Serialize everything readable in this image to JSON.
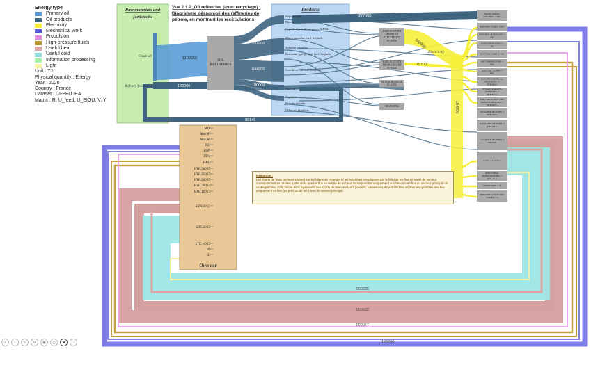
{
  "legend": {
    "title": "Energy type",
    "items": [
      {
        "label": "Primary oil",
        "color": "#5b9bd5"
      },
      {
        "label": "Oil products",
        "color": "#3f6580"
      },
      {
        "label": "Electricity",
        "color": "#f5ef38"
      },
      {
        "label": "Mechanical work",
        "color": "#5a5ae0"
      },
      {
        "label": "Propulsion",
        "color": "#e18ae0"
      },
      {
        "label": "High-pressure fluids",
        "color": "#b8952a"
      },
      {
        "label": "Useful heat",
        "color": "#d9a3a3"
      },
      {
        "label": "Useful cold",
        "color": "#8ddfdf"
      },
      {
        "label": "Information processing",
        "color": "#a6f2a6"
      },
      {
        "label": "Light",
        "color": "#f7f2a0"
      }
    ],
    "meta": [
      "Unit : TJ",
      "Physical quantity : Energy",
      "Year : 2020",
      "Country : France",
      "Dataset : CI-PFU IEA",
      "Matrix : R, U_feed, U_EIOU, V, Y"
    ]
  },
  "title": {
    "line1": "Vue 2.1.2_Oil refineries (avec recyclage) :",
    "line2": "Diagramme désagrégé des raffineries de",
    "line3": "pétrole, en montrant les recirculations"
  },
  "groups": {
    "raw_materials": "Raw materials and feedstocks",
    "products": "Products",
    "own_use": "Own use"
  },
  "nodes": {
    "crude_oil": "Crude oil",
    "refinery_feedstocks": "Refinery feedstocks",
    "oil_refineries": "OIL REFINERIES",
    "products": [
      "Refinery gas",
      "Ethane",
      "Liquefied petroleum gases (LPG)",
      "Motor gasoline excl. biofuels",
      "Aviation gasoline",
      "Kerosene type jet fuel excl. biofuels",
      "Gas/diesel oil excl. biofuels",
      "Fuel oil",
      "Naphtha",
      "Petroleum coke",
      "Other oil products"
    ],
    "middle": [
      "MAIN ACTIVITY PRODUCER ELECTRICITY PLANTS",
      "MAIN ACTIVITY PRODUCER CHP PLANTS",
      "PETROCHEMICAL PLANTS",
      "TRANSFERS"
    ],
    "right": [
      "STATIC DIESEL ENGINES -> MD",
      "MACHINE TOOLS -> MD",
      "MATERIAL HANDLERS -> MD",
      "INDUSTRIAL FANS -> KE",
      "ELECTRIC CARS -> RoP",
      "AIR COMPRESSORS -> HPa",
      "ELECTRIC PUMPS -> HPL",
      "ELECTROCHEMICAL PROCESSES -> HTH.960.C",
      "STEAM CRACKING FURNACES -> HTH.850.C",
      "INDUSTRIAL ELECTRIC PROCESS HEATERS -> HTH.600.C",
      "OIL WATER HEATERS -> MTH.200.C",
      "GAS WATER HEATERS -> LTH.100.C",
      "GAS SPACE HEATERS -> LTH.20.C",
      "HVAC -> LTC.20.C",
      "INDUSTRIAL REFRIGERATORS -> LTC.-10.C",
      "COMPUTERS -> IP",
      "INDUSTRIAL ELECTRIC LAMPS -> L"
    ],
    "own_use": [
      "MD",
      "Mov.W",
      "Mov.W",
      "KE",
      "RoP",
      "HPa",
      "HPL",
      "HTH.960.C",
      "HTH.850.C",
      "HTH.600.C",
      "MTH.200.C",
      "MTH.100.C",
      "LTH.20.C",
      "LTC.20.C",
      "LTC.-10.C",
      "IP",
      "L"
    ]
  },
  "flow_labels": {
    "crude": "1100050",
    "feedstock": "120000",
    "refinery_a": "333000",
    "refinery_b": "644000",
    "refinery_c": "180000",
    "top_band": "277000",
    "electricity": "548000",
    "electricity_label": "Electricity",
    "chp": "79700",
    "vertical_yellow": "154000",
    "recirc": "99146",
    "cyan": "322000",
    "pink_a": "229000",
    "pink_b": "175000",
    "blue_bottom": "125000"
  },
  "note": {
    "title": "Remarque :",
    "body": "Les écarts de bilan (entrées-sorties) sur les bilans de l'énergie et les machines s'expliquent par le fait que les flux en sortie de secteur correspondent au total en sortie alors que les flux en entrée de secteur correspondent uniquement aux besoins en flux du secteur principal de ce diagramme. Cela cause donc également des écarts de bilan sur leurs produits. Idéalement, il faudrait donc estimer les quantités des flux uniquement en lien (de prés ou de loin) avec le secteur principal."
  },
  "toolbar": [
    "zoom-in",
    "zoom-out",
    "pencil",
    "copy",
    "save",
    "print",
    "camera",
    "more"
  ]
}
